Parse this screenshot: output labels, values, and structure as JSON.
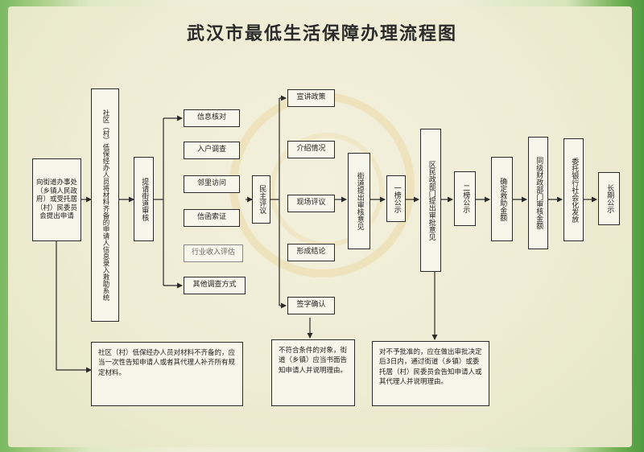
{
  "title": "武汉市最低生活保障办理流程图",
  "apply": "向街道办事处（乡镇人民政府）或受托居（村）民委员会提出申请",
  "community": "社区（村）低保经办人员将材料齐备的申请人信息录入救助系统",
  "submit_street": "提请街道审核",
  "checks": [
    "信息核对",
    "入户调查",
    "邻里访问",
    "信函索证",
    "行业收入评估",
    "其他调查方式"
  ],
  "democratic": "民主评议",
  "steps": [
    "宣讲政策",
    "介绍情况",
    "现场评议",
    "形成结论",
    "签字确认"
  ],
  "street_review": "街道提出审核意见",
  "public1": "一榜公示",
  "district": "区民政部门提出审批意见",
  "public2": "二榜公示",
  "amount": "确定救助金额",
  "finance": "同级财政部门审核金额",
  "bank": "委托银行社会化发放",
  "longterm": "长期公示",
  "note_left": "社区（村）低保经办人员对材料不齐备的，应当一次性告知申请人或者其代理人补齐所有规定材料。",
  "note_mid": "不符合条件的对象，街道（乡镇）应当书面告知申请人并说明理由。",
  "note_right": "对不予批准的，应在做出审批决定后3日内，通过街道（乡镇）或委托居（村）民委员会告知申请人或其代理人并说明理由。",
  "colors": {
    "line": "#2b2b2b",
    "box_bg": "#f7f6ea",
    "frame": "#5aa34a"
  }
}
